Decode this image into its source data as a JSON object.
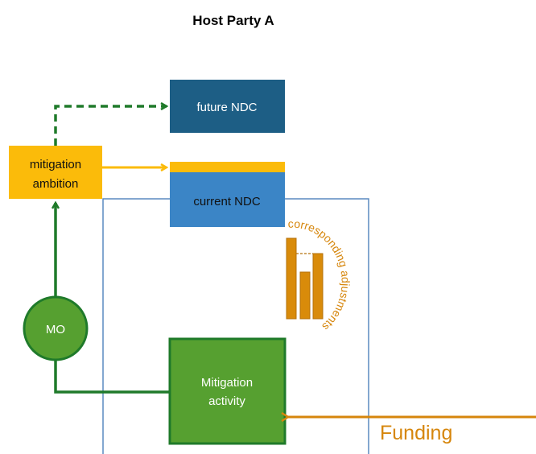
{
  "title": "Host Party A",
  "boxes": {
    "future_ndc": "future NDC",
    "current_ndc": "current NDC",
    "mitigation_ambition_line1": "mitigation",
    "mitigation_ambition_line2": "ambition",
    "mitigation_activity_line1": "Mitigation",
    "mitigation_activity_line2": "activity",
    "mo": "MO"
  },
  "labels": {
    "funding": "Funding",
    "corresponding_adjustments": "corresponding adjustments"
  },
  "colors": {
    "future_ndc": "#1d5e85",
    "current_ndc": "#3b85c6",
    "ambition": "#fbbb0a",
    "green_fill": "#56a030",
    "green_line": "#1f7a2a",
    "orange": "#d6860c",
    "bar_fill": "#d98b0a",
    "boundary": "#5a8ac0"
  }
}
